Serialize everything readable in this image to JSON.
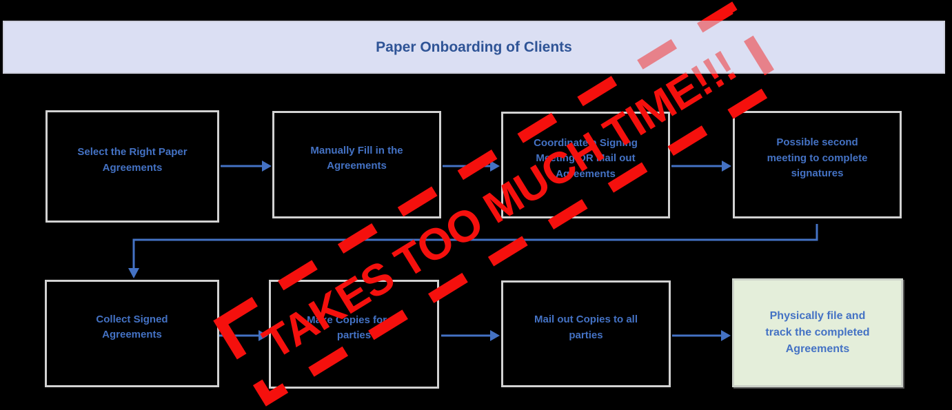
{
  "title": "Paper Onboarding of Clients",
  "stamp": {
    "text": "TAKES TOO MUCH TIME!!!",
    "color": "#f5100d"
  },
  "colors": {
    "background": "#000000",
    "title_bar_bg": "#dce0f3",
    "title_text": "#2f5496",
    "box_bg": "#000000",
    "box_border": "#d2d2d2",
    "box_text": "#4472c4",
    "arrow": "#4472c4",
    "final_box_bg": "#e4eeda",
    "stamp_red": "#f5100d"
  },
  "boxes": [
    {
      "id": 1,
      "label": "Select the Right Paper Agreements"
    },
    {
      "id": 2,
      "label": "Manually Fill in the Agreements"
    },
    {
      "id": 3,
      "label": "Coordinate a Signing Meeting OR Mail out Agreements"
    },
    {
      "id": 4,
      "label": "Possible second meeting to complete signatures"
    },
    {
      "id": 5,
      "label": "Collect Signed Agreements"
    },
    {
      "id": 6,
      "label": "Make Copies for all parties"
    },
    {
      "id": 7,
      "label": "Mail out Copies to all parties"
    },
    {
      "id": 8,
      "label": "Physically file and track the completed Agreements"
    }
  ]
}
